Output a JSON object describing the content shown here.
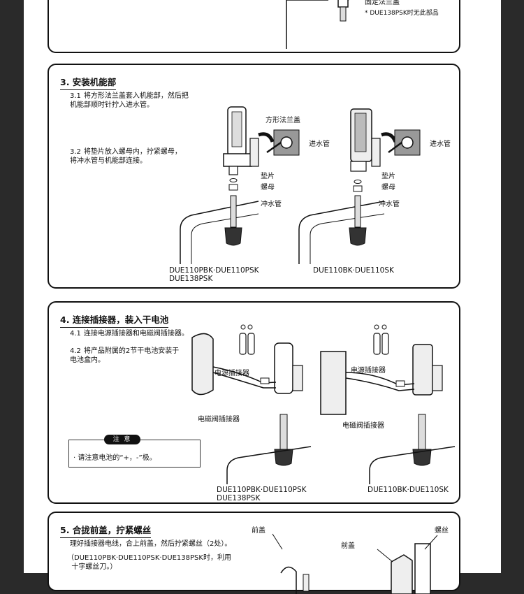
{
  "top": {
    "partial_label": "固定法兰盖",
    "note": "* DUE138PSK时无此部品"
  },
  "section3": {
    "title": "3. 安装机能部",
    "steps": [
      {
        "num": "3.1",
        "text": "将方形法兰盖套入机能部，然后把\n机能部顺时针拧入进水管。"
      },
      {
        "num": "3.2",
        "text": "将垫片放入螺母内，拧紧螺母，\n将冲水管与机能部连接。"
      }
    ],
    "labels": {
      "flange_cover": "方形法兰盖",
      "inlet_pipe": "进水管",
      "gasket": "垫片",
      "nut": "螺母",
      "flush_pipe": "冲水管"
    },
    "models": {
      "left": "DUE110PBK·DUE110PSK\nDUE138PSK",
      "right": "DUE110BK·DUE110SK"
    }
  },
  "section4": {
    "title": "4. 连接插接器，装入干电池",
    "steps": [
      {
        "num": "4.1",
        "text": "连接电源插接器和电磁阀插接器。"
      },
      {
        "num": "4.2",
        "text": "将产品附属的2节干电池安装于\n电池盒内。"
      }
    ],
    "labels": {
      "power_connector": "电源插接器",
      "valve_connector": "电磁阀插接器"
    },
    "note": {
      "tag": "注 意",
      "text": "· 请注意电池的“+，-”极。"
    },
    "models": {
      "left": "DUE110PBK·DUE110PSK\nDUE138PSK",
      "right": "DUE110BK·DUE110SK"
    }
  },
  "section5": {
    "title": "5. 合拢前盖，拧紧螺丝",
    "steps": [
      {
        "num": "",
        "text": "理好插接器电线，合上前盖，然后拧紧螺丝（2处）。"
      },
      {
        "num": "",
        "text": "（DUE110PBK·DUE110PSK·DUE138PSK时，利用\n  十字螺丝刀。）"
      }
    ],
    "labels": {
      "front_cover": "前盖",
      "screw": "螺丝"
    }
  }
}
